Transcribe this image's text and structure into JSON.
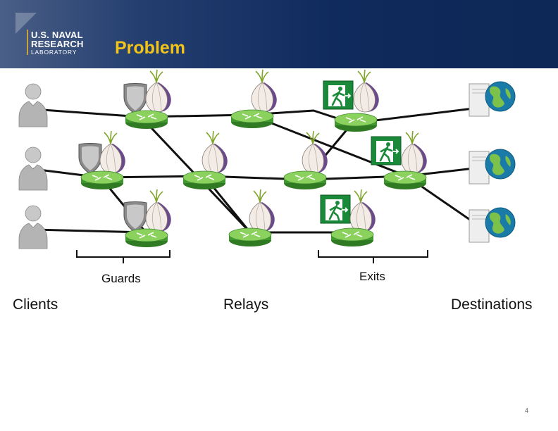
{
  "header": {
    "logo_line1": "U.S. NAVAL",
    "logo_line2": "RESEARCH",
    "logo_line3": "LABORATORY",
    "title": "Problem"
  },
  "labels": {
    "guards": "Guards",
    "exits": "Exits",
    "clients": "Clients",
    "relays": "Relays",
    "destinations": "Destinations"
  },
  "page_number": "4",
  "colors": {
    "header": "#0f2a5c",
    "title": "#f2c418",
    "router": "#6cc24a",
    "onion": "#6a4a8a",
    "exit_sign": "#1a8a3a"
  },
  "icons": {
    "client": "person-icon",
    "relay": "tor-onion-router-icon",
    "guard": "shield-icon",
    "exit": "exit-sign-icon",
    "destination": "server-globe-icon"
  }
}
